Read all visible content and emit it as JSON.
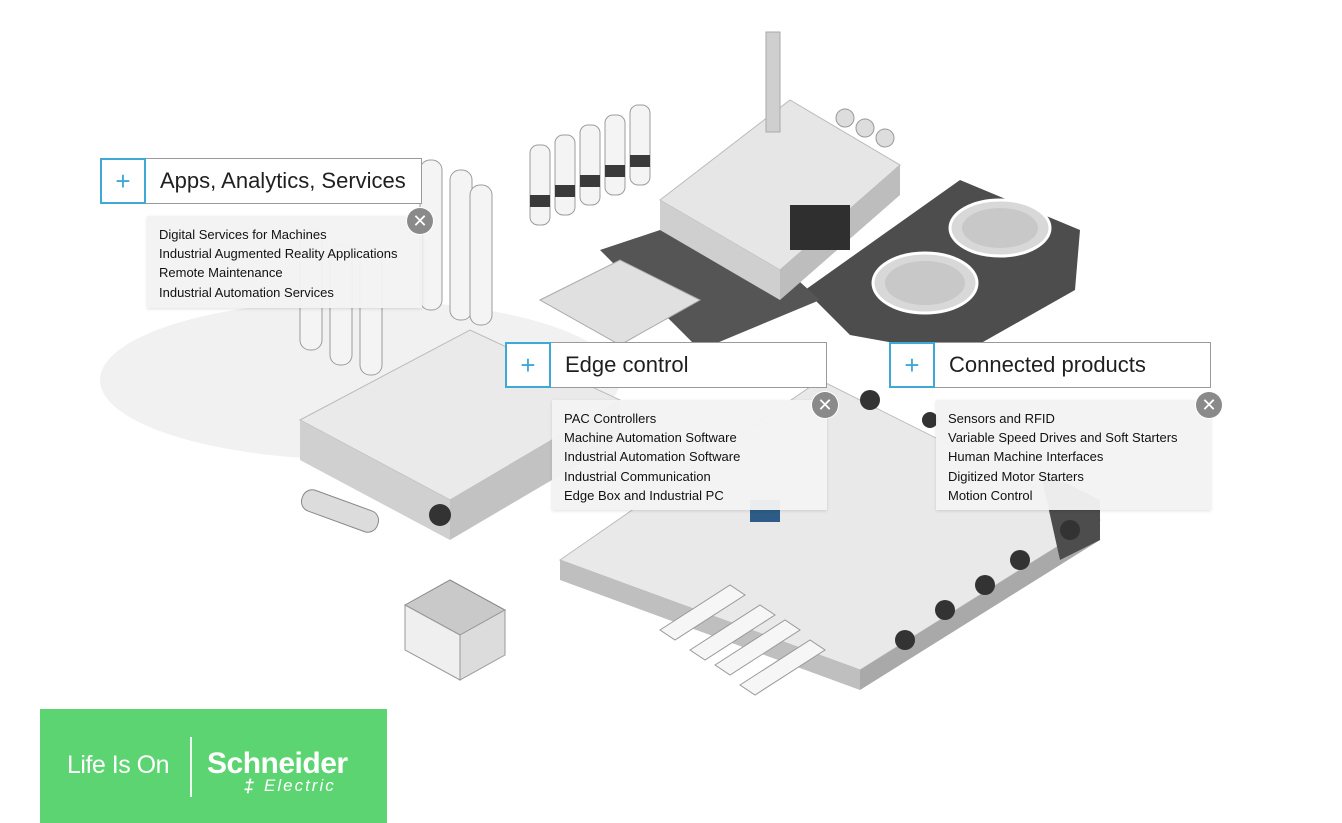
{
  "callouts": [
    {
      "id": "apps",
      "title": "Apps, Analytics, Services",
      "items": [
        "Digital Services for Machines",
        "Industrial Augmented Reality Applications",
        "Remote Maintenance",
        "Industrial Automation Services"
      ]
    },
    {
      "id": "edge",
      "title": "Edge control",
      "items": [
        "PAC Controllers",
        "Machine Automation Software",
        "Industrial Automation Software",
        "Industrial Communication",
        "Edge Box and Industrial PC"
      ]
    },
    {
      "id": "connected",
      "title": "Connected products",
      "items": [
        "Sensors and RFID",
        "Variable Speed Drives and Soft Starters",
        "Human Machine Interfaces",
        "Digitized Motor Starters",
        "Motion Control"
      ]
    }
  ],
  "icons": {
    "expand": "+",
    "close": "✕"
  },
  "brand": {
    "tagline": "Life Is On",
    "name": "Schneider",
    "sub": "Electric",
    "color": "#5bd471"
  },
  "colors": {
    "accent": "#3fa9d6",
    "close": "#8a8a8a"
  }
}
